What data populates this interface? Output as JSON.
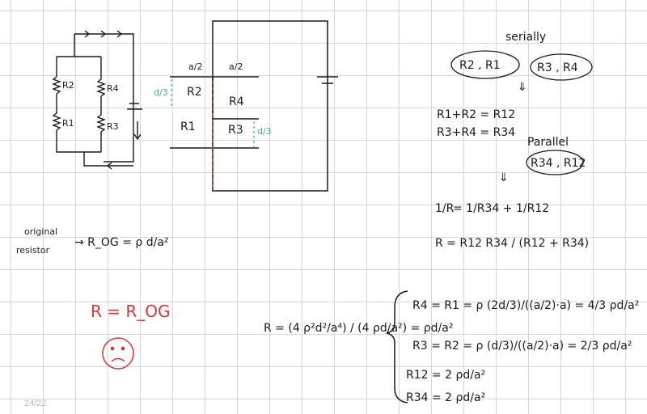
{
  "page": {
    "indicator": "24/22"
  },
  "circuit_sketch": {
    "labels": {
      "r2": "R2",
      "r4": "R4",
      "r1": "R1",
      "r3": "R3"
    }
  },
  "block_diagram": {
    "top_labels": [
      "a/2",
      "a/2"
    ],
    "side_label_left": "d/3",
    "side_label_right": "d/3",
    "regions": {
      "r2": "R2",
      "r4": "R4",
      "r1": "R1",
      "r3": "R3"
    }
  },
  "notes_right": {
    "serially_heading": "serially",
    "group1": "R2 , R1",
    "group2": "R3 , R4",
    "arrow": "⇓",
    "eq1": "R1+R2 = R12",
    "eq2": "R3+R4 = R34",
    "parallel_heading": "Parallel",
    "group3": "R34 , R12",
    "arrow2": "⇓",
    "eq3_lhs": "1/R",
    "eq3_rhs": "= 1/R34 + 1/R12",
    "eq4": "R = R12 R34 / (R12 + R34)"
  },
  "left_notes": {
    "original_label_1": "original",
    "original_label_2": "resistor",
    "formula": "→ R_OG = ρ d/a²"
  },
  "result": {
    "equation": "R = R_OG",
    "emoji": "sad-face"
  },
  "bottom_derivation": {
    "lhs": "R = (4 ρ²d²/a⁴) / (4 ρd/a²) = ρd/a²",
    "rows": [
      "R4 = R1 = ρ (2d/3)/((a/2)·a) = 4/3 ρd/a²",
      "R3 = R2 = ρ (d/3)/((a/2)·a) = 2/3 ρd/a²",
      "R12 = 2 ρd/a²",
      "R34 = 2 ρd/a²"
    ]
  },
  "colors": {
    "ink": "#1a1a1a",
    "red": "#d23a3a",
    "teal": "#2bb3a6",
    "grid": "#d9d9d9"
  }
}
